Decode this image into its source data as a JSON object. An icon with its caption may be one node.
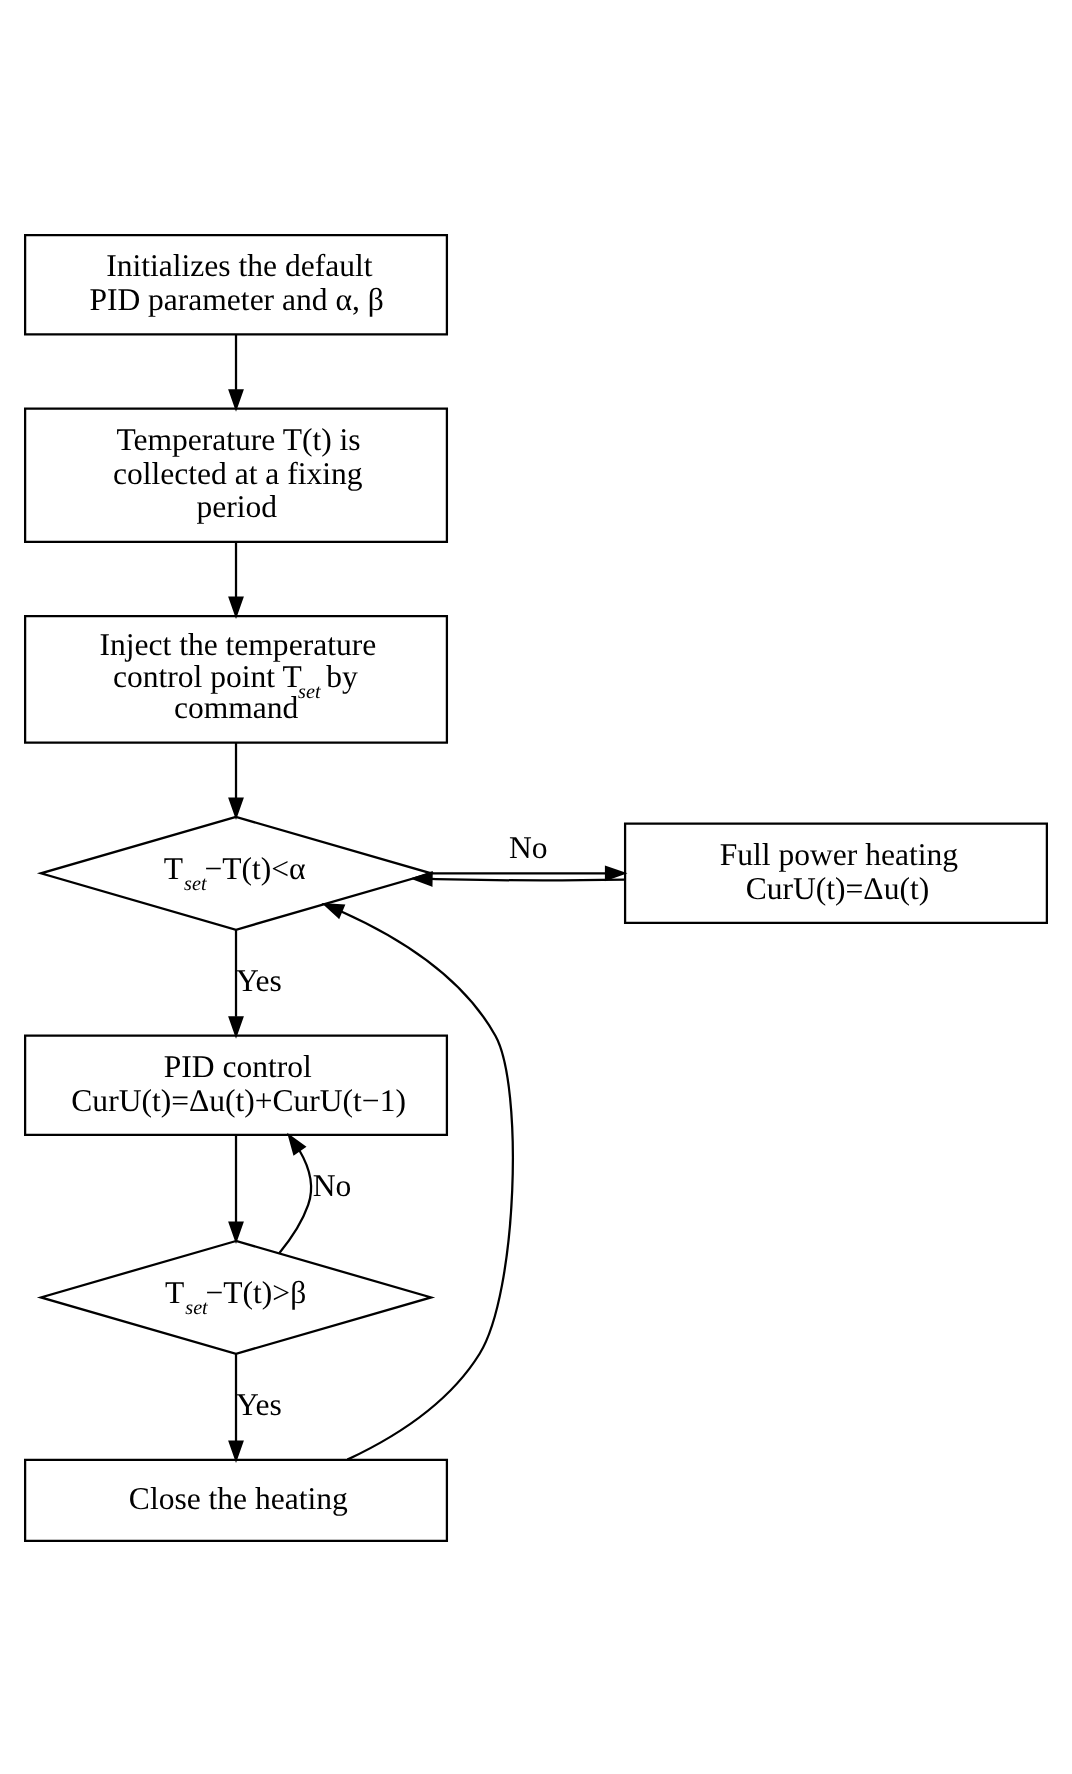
{
  "diagram": {
    "nodes": [
      {
        "text": [
          "Initializes the default PID parameter and α, β"
        ]
      },
      {
        "text": [
          "Temperature T(t) is collected at a fixing period"
        ]
      },
      {
        "text": [
          "Inject the temperature control point T$_{set}$ by command"
        ]
      },
      {
        "text": [
          "T$_{set}$−T(t)<α"
        ]
      },
      {
        "text": [
          "Full power heating CurU(t)=Δu(t)"
        ]
      },
      {
        "text": [
          "PID control CurU(t)=Δu(t)+CurU(t−1)"
        ]
      },
      {
        "text": [
          "T$_{set}$−T(t)>β"
        ]
      },
      {
        "text": [
          "Close the heating"
        ]
      }
    ],
    "edges": [
      {
        "from": 0,
        "to": 1,
        "arrow": "to"
      },
      {
        "from": 1,
        "to": 2,
        "arrow": "to"
      },
      {
        "from": 2,
        "to": 3,
        "arrow": "to"
      },
      {
        "from": 3,
        "to": 4,
        "arrow": "to",
        "label": "No"
      },
      {
        "from": 4,
        "to": 3,
        "arrow": "to"
      },
      {
        "from": 3,
        "to": 5,
        "arrow": "to",
        "label": "Yes"
      },
      {
        "from": 5,
        "to": 6,
        "arrow": "to"
      },
      {
        "from": 6,
        "to": 5,
        "arrow": "to",
        "label": "No"
      },
      {
        "from": 6,
        "to": 7,
        "arrow": "to",
        "label": "Yes"
      },
      {
        "from": 7,
        "to": 3,
        "arrow": "to"
      }
    ]
  }
}
